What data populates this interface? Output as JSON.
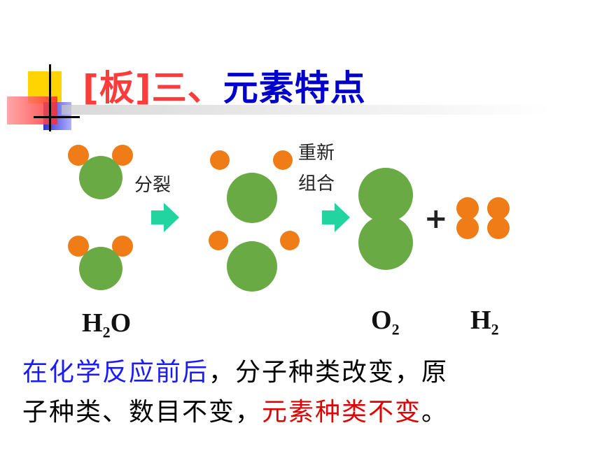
{
  "title": {
    "bracket": "[板]",
    "prefix": "三、",
    "text": "元素特点"
  },
  "diagram": {
    "step1_label": "分裂",
    "step2_label_line1": "重新",
    "step2_label_line2": "组合",
    "plus": "+",
    "formula_water": {
      "base": "H",
      "sub": "2",
      "tail": "O"
    },
    "formula_oxygen": {
      "base": "O",
      "sub": "2"
    },
    "formula_hydrogen": {
      "base": "H",
      "sub": "2"
    },
    "colors": {
      "oxygen_atom": "#6aaa45",
      "hydrogen_atom": "#ef7c17",
      "arrow": "#22d4a0"
    }
  },
  "paragraph": {
    "part1": "在化学反应前后",
    "part2": "，分子种类改变，原",
    "part3": "子种类、数目不变，",
    "part4": "元素种类不变",
    "part5": "。"
  }
}
